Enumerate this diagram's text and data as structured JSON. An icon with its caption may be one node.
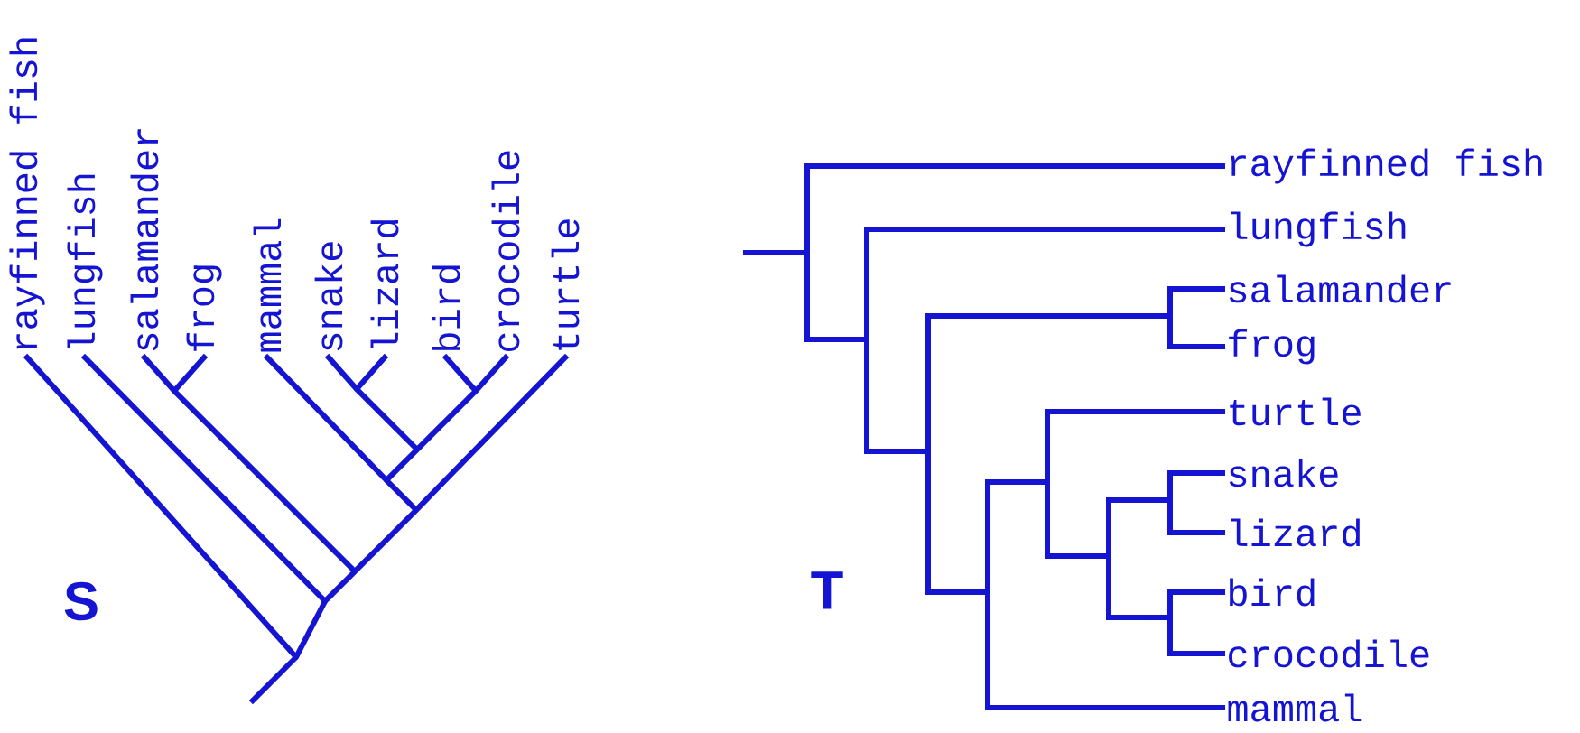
{
  "diagram": {
    "nodes": [
      {
        "text": [
          "rayfinned fish"
        ]
      },
      {
        "text": [
          "lungfish"
        ]
      },
      {
        "text": [
          "salamander"
        ]
      },
      {
        "text": [
          "frog"
        ]
      },
      {
        "text": [
          "mammal"
        ]
      },
      {
        "text": [
          "snake"
        ]
      },
      {
        "text": [
          "lizard"
        ]
      },
      {
        "text": [
          "bird"
        ]
      },
      {
        "text": [
          "crocodile"
        ]
      },
      {
        "text": [
          "turtle"
        ]
      },
      {
        "text": [],
        "shape": "point"
      },
      {
        "text": [],
        "shape": "point"
      },
      {
        "text": [],
        "shape": "point"
      },
      {
        "text": [],
        "shape": "point"
      },
      {
        "text": [],
        "shape": "point"
      },
      {
        "text": [],
        "shape": "point"
      },
      {
        "text": [],
        "shape": "point"
      },
      {
        "text": [],
        "shape": "point"
      },
      {
        "text": [],
        "shape": "point"
      },
      {
        "text": [
          "rayfinned fish"
        ]
      },
      {
        "text": [
          "lungfish"
        ]
      },
      {
        "text": [
          "salamander"
        ]
      },
      {
        "text": [
          "frog"
        ]
      },
      {
        "text": [
          "turtle"
        ]
      },
      {
        "text": [
          "snake"
        ]
      },
      {
        "text": [
          "lizard"
        ]
      },
      {
        "text": [
          "bird"
        ]
      },
      {
        "text": [
          "crocodile"
        ]
      },
      {
        "text": [
          "mammal"
        ]
      },
      {
        "text": [],
        "shape": "point"
      },
      {
        "text": [],
        "shape": "point"
      },
      {
        "text": [],
        "shape": "point"
      },
      {
        "text": [],
        "shape": "point"
      },
      {
        "text": [],
        "shape": "point"
      },
      {
        "text": [],
        "shape": "point"
      },
      {
        "text": [],
        "shape": "point"
      },
      {
        "text": [],
        "shape": "point"
      },
      {
        "text": [],
        "shape": "point"
      }
    ],
    "edges": [
      {
        "from": null,
        "to": 10,
        "arrow": "none"
      },
      {
        "from": 10,
        "to": 0,
        "arrow": "none"
      },
      {
        "from": 10,
        "to": 11,
        "arrow": "none"
      },
      {
        "from": 11,
        "to": 1,
        "arrow": "none"
      },
      {
        "from": 11,
        "to": 12,
        "arrow": "none"
      },
      {
        "from": 12,
        "to": 13,
        "arrow": "none"
      },
      {
        "from": 12,
        "to": 14,
        "arrow": "none"
      },
      {
        "from": 13,
        "to": 2,
        "arrow": "none"
      },
      {
        "from": 13,
        "to": 3,
        "arrow": "none"
      },
      {
        "from": 14,
        "to": 15,
        "arrow": "none"
      },
      {
        "from": 14,
        "to": 9,
        "arrow": "none"
      },
      {
        "from": 15,
        "to": 4,
        "arrow": "none"
      },
      {
        "from": 15,
        "to": 16,
        "arrow": "none"
      },
      {
        "from": 16,
        "to": 17,
        "arrow": "none"
      },
      {
        "from": 16,
        "to": 18,
        "arrow": "none"
      },
      {
        "from": 17,
        "to": 5,
        "arrow": "none"
      },
      {
        "from": 17,
        "to": 6,
        "arrow": "none"
      },
      {
        "from": 18,
        "to": 7,
        "arrow": "none"
      },
      {
        "from": 18,
        "to": 8,
        "arrow": "none"
      },
      {
        "from": null,
        "to": 29,
        "arrow": "none"
      },
      {
        "from": 29,
        "to": 19,
        "arrow": "none"
      },
      {
        "from": 29,
        "to": 30,
        "arrow": "none"
      },
      {
        "from": 30,
        "to": 20,
        "arrow": "none"
      },
      {
        "from": 30,
        "to": 31,
        "arrow": "none"
      },
      {
        "from": 31,
        "to": 32,
        "arrow": "none"
      },
      {
        "from": 31,
        "to": 33,
        "arrow": "none"
      },
      {
        "from": 32,
        "to": 21,
        "arrow": "none"
      },
      {
        "from": 32,
        "to": 22,
        "arrow": "none"
      },
      {
        "from": 33,
        "to": 34,
        "arrow": "none"
      },
      {
        "from": 33,
        "to": 28,
        "arrow": "none"
      },
      {
        "from": 34,
        "to": 23,
        "arrow": "none"
      },
      {
        "from": 34,
        "to": 35,
        "arrow": "none"
      },
      {
        "from": 35,
        "to": 36,
        "arrow": "none"
      },
      {
        "from": 35,
        "to": 37,
        "arrow": "none"
      },
      {
        "from": 36,
        "to": 24,
        "arrow": "none"
      },
      {
        "from": 36,
        "to": 25,
        "arrow": "none"
      },
      {
        "from": 37,
        "to": 26,
        "arrow": "none"
      },
      {
        "from": 37,
        "to": 27,
        "arrow": "none"
      }
    ],
    "labels": [
      "S",
      "T"
    ]
  }
}
